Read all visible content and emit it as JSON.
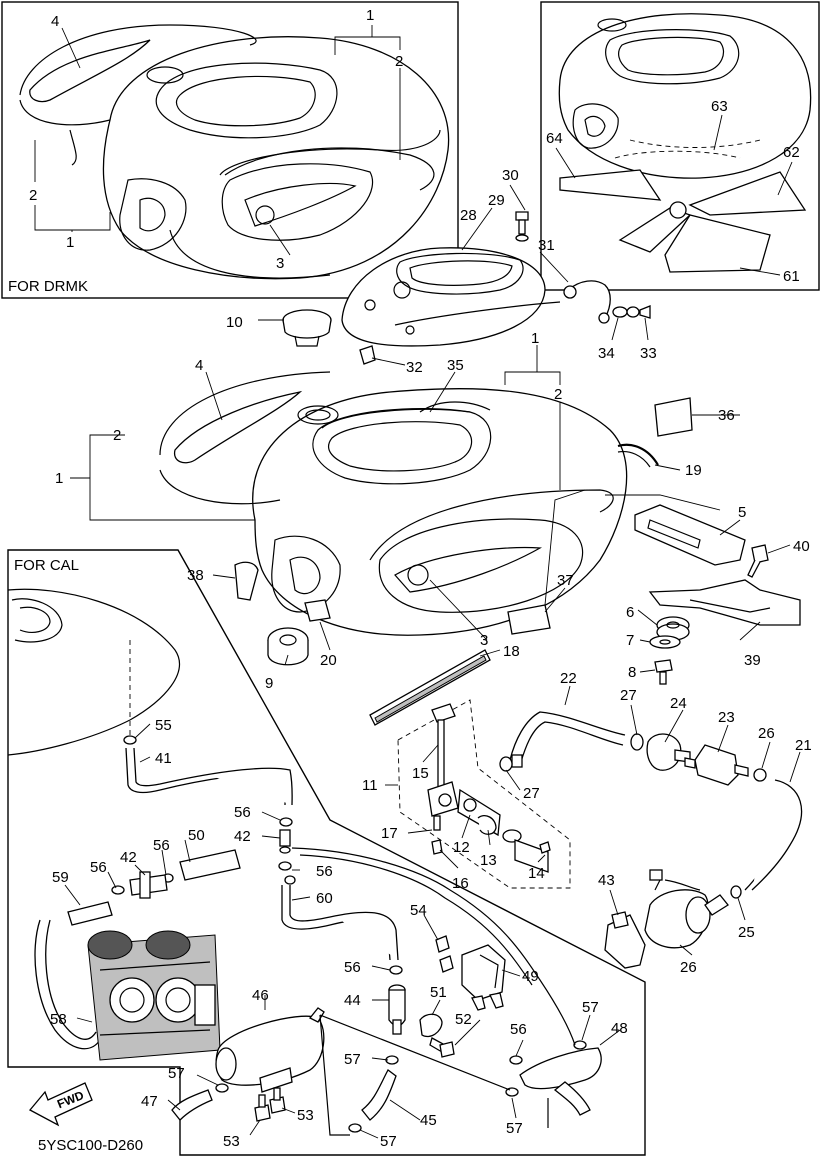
{
  "inset_labels": {
    "drmk": "FOR DRMK",
    "cal": "FOR CAL"
  },
  "diagram_code": "5YSC100-D260",
  "fwd_label": "FWD",
  "callouts": [
    {
      "id": "c1a",
      "text": "1"
    },
    {
      "id": "c2a",
      "text": "2"
    },
    {
      "id": "c4a",
      "text": "4"
    },
    {
      "id": "c2b",
      "text": "2"
    },
    {
      "id": "c1b",
      "text": "1"
    },
    {
      "id": "c3a",
      "text": "3"
    },
    {
      "id": "c64",
      "text": "64"
    },
    {
      "id": "c63",
      "text": "63"
    },
    {
      "id": "c62",
      "text": "62"
    },
    {
      "id": "c61",
      "text": "61"
    },
    {
      "id": "c30",
      "text": "30"
    },
    {
      "id": "c29",
      "text": "29"
    },
    {
      "id": "c28",
      "text": "28"
    },
    {
      "id": "c31",
      "text": "31"
    },
    {
      "id": "c10",
      "text": "10"
    },
    {
      "id": "c32",
      "text": "32"
    },
    {
      "id": "c34",
      "text": "34"
    },
    {
      "id": "c33",
      "text": "33"
    },
    {
      "id": "c4b",
      "text": "4"
    },
    {
      "id": "c35",
      "text": "35"
    },
    {
      "id": "c1c",
      "text": "1"
    },
    {
      "id": "c2c",
      "text": "2"
    },
    {
      "id": "c36",
      "text": "36"
    },
    {
      "id": "c2d",
      "text": "2"
    },
    {
      "id": "c1d",
      "text": "1"
    },
    {
      "id": "c19",
      "text": "19"
    },
    {
      "id": "c5",
      "text": "5"
    },
    {
      "id": "c40",
      "text": "40"
    },
    {
      "id": "c38",
      "text": "38"
    },
    {
      "id": "c37",
      "text": "37"
    },
    {
      "id": "c6",
      "text": "6"
    },
    {
      "id": "c7",
      "text": "7"
    },
    {
      "id": "c39",
      "text": "39"
    },
    {
      "id": "c8",
      "text": "8"
    },
    {
      "id": "c20",
      "text": "20"
    },
    {
      "id": "c3b",
      "text": "3"
    },
    {
      "id": "c9",
      "text": "9"
    },
    {
      "id": "c18",
      "text": "18"
    },
    {
      "id": "c22",
      "text": "22"
    },
    {
      "id": "c27a",
      "text": "27"
    },
    {
      "id": "c24",
      "text": "24"
    },
    {
      "id": "c23",
      "text": "23"
    },
    {
      "id": "c26a",
      "text": "26"
    },
    {
      "id": "c21",
      "text": "21"
    },
    {
      "id": "c55",
      "text": "55"
    },
    {
      "id": "c41",
      "text": "41"
    },
    {
      "id": "c11",
      "text": "11"
    },
    {
      "id": "c15",
      "text": "15"
    },
    {
      "id": "c27b",
      "text": "27"
    },
    {
      "id": "c56a",
      "text": "56"
    },
    {
      "id": "c42a",
      "text": "42"
    },
    {
      "id": "c17",
      "text": "17"
    },
    {
      "id": "c12",
      "text": "12"
    },
    {
      "id": "c13",
      "text": "13"
    },
    {
      "id": "c14",
      "text": "14"
    },
    {
      "id": "c16",
      "text": "16"
    },
    {
      "id": "c50",
      "text": "50"
    },
    {
      "id": "c56b",
      "text": "56"
    },
    {
      "id": "c42b",
      "text": "42"
    },
    {
      "id": "c56c",
      "text": "56"
    },
    {
      "id": "c59",
      "text": "59"
    },
    {
      "id": "c56d",
      "text": "56"
    },
    {
      "id": "c43",
      "text": "43"
    },
    {
      "id": "c25",
      "text": "25"
    },
    {
      "id": "c26b",
      "text": "26"
    },
    {
      "id": "c60",
      "text": "60"
    },
    {
      "id": "c54",
      "text": "54"
    },
    {
      "id": "c49",
      "text": "49"
    },
    {
      "id": "c56e",
      "text": "56"
    },
    {
      "id": "c46",
      "text": "46"
    },
    {
      "id": "c44",
      "text": "44"
    },
    {
      "id": "c51",
      "text": "51"
    },
    {
      "id": "c52",
      "text": "52"
    },
    {
      "id": "c57a",
      "text": "57"
    },
    {
      "id": "c56f",
      "text": "56"
    },
    {
      "id": "c48",
      "text": "48"
    },
    {
      "id": "c58",
      "text": "58"
    },
    {
      "id": "c57b",
      "text": "57"
    },
    {
      "id": "c57c",
      "text": "57"
    },
    {
      "id": "c47",
      "text": "47"
    },
    {
      "id": "c45",
      "text": "45"
    },
    {
      "id": "c53a",
      "text": "53"
    },
    {
      "id": "c53b",
      "text": "53"
    },
    {
      "id": "c57d",
      "text": "57"
    },
    {
      "id": "c57e",
      "text": "57"
    }
  ]
}
